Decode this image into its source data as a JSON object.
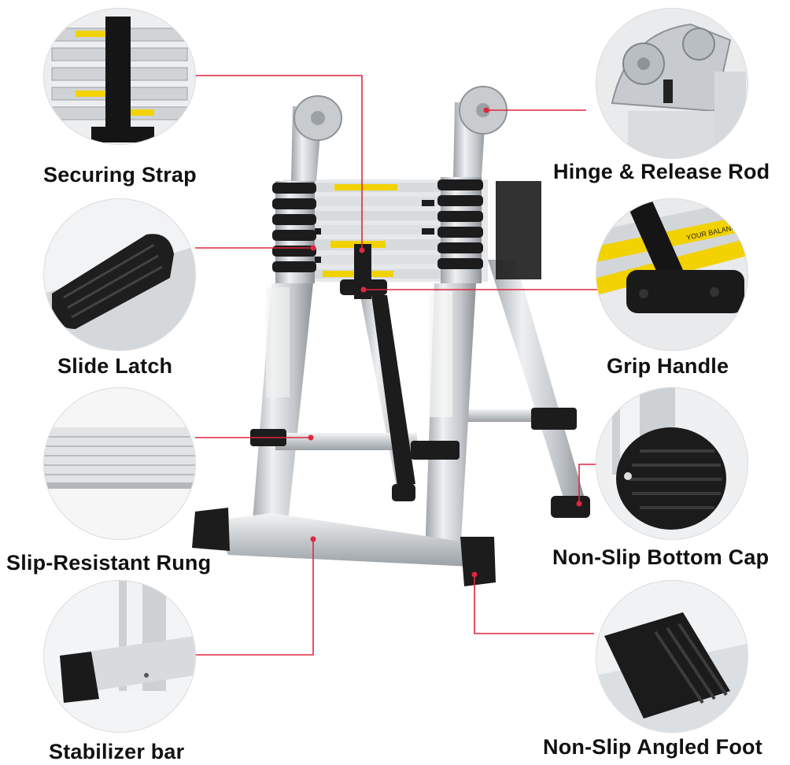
{
  "features": {
    "securing_strap": "Securing Strap",
    "hinge_release_rod": "Hinge & Release Rod",
    "slide_latch": "Slide Latch",
    "grip_handle": "Grip Handle",
    "slip_resistant_rung": "Slip-Resistant Rung",
    "non_slip_bottom_cap": "Non-Slip Bottom Cap",
    "stabilizer_bar": "Stabilizer bar",
    "non_slip_angled_foot": "Non-Slip Angled Foot"
  },
  "sticker_text": "YOUR BALANCE",
  "colors": {
    "callout_line": "#e0263e",
    "aluminum": "#c9ccd0",
    "rubber": "#1c1c1c",
    "warning_yellow": "#f2d200"
  }
}
